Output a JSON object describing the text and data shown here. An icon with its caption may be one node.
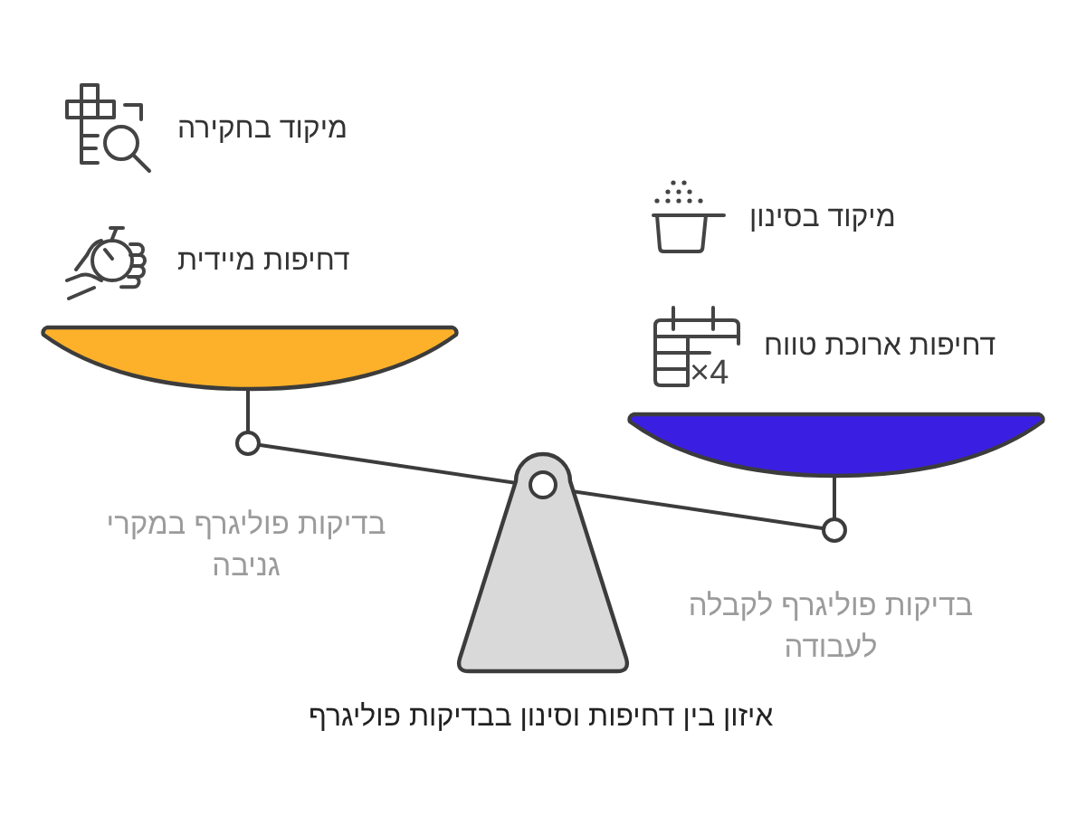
{
  "diagram": {
    "caption": "איזון בין דחיפות וסינון בבדיקות פוליגרף",
    "labels": [
      "מיקוד בחקירה",
      "מיקוד בסינון",
      "דחיפות מיידית",
      "דחיפות ארוכת טווח",
      "×4",
      "בדיקות פוליגרף במקרי גניבה",
      "בדיקות פוליגרף לקבלה לעבודה"
    ]
  }
}
